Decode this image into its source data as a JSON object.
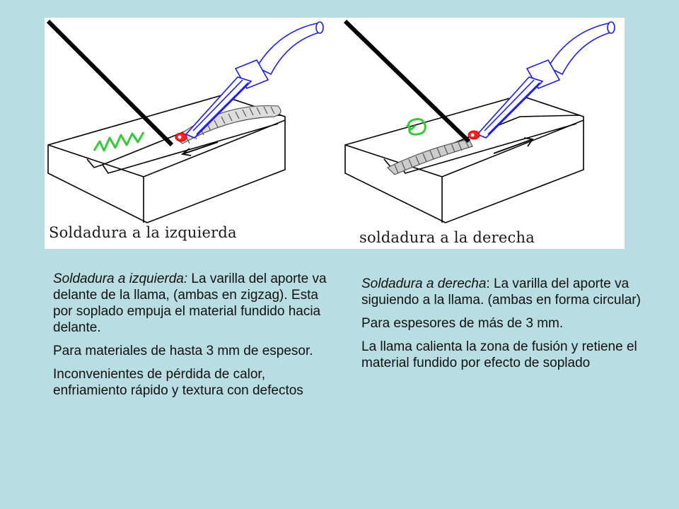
{
  "figure": {
    "left_caption": "Soldadura a la izquierda",
    "right_caption": "soldadura a la derecha",
    "colors": {
      "rod": "#000000",
      "torch": "#1a1aff",
      "flame": "#ff0000",
      "motion_symbol": "#33cc33",
      "block_outline": "#000000"
    }
  },
  "left_text": {
    "title": "Soldadura a izquierda:",
    "p1_rest": " La varilla del aporte va delante de la llama, (ambas en zigzag).  Esta por soplado empuja el material fundido hacia delante.",
    "p2": "Para materiales de hasta 3 mm de espesor.",
    "p3": "Inconvenientes de pérdida de calor, enfriamiento rápido y textura con defectos"
  },
  "right_text": {
    "title": "Soldadura a derecha",
    "p1_rest": ": La varilla del aporte va siguiendo a la llama. (ambas en forma circular)",
    "p2": "Para espesores de más de 3 mm.",
    "p3": "La llama calienta la zona de fusión y retiene el material fundido por efecto de soplado"
  }
}
